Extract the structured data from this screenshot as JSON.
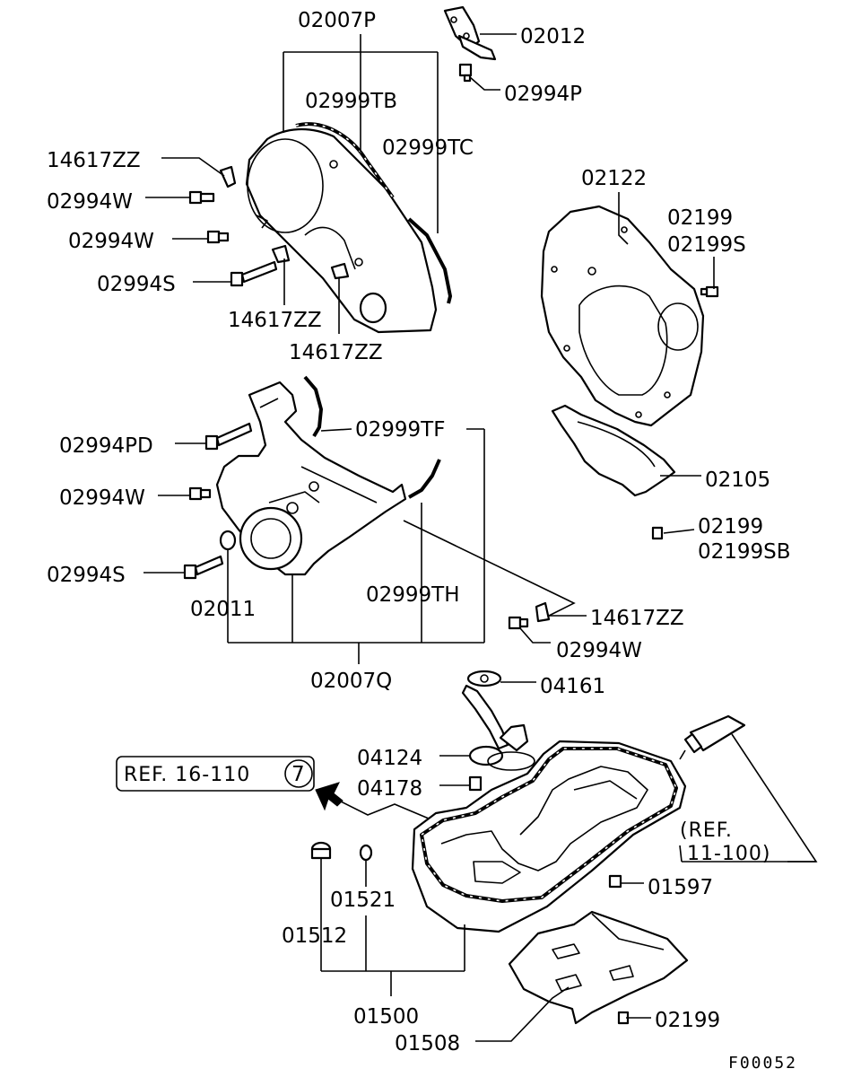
{
  "labels": {
    "p02007P": "02007P",
    "p02012": "02012",
    "p02994P": "02994P",
    "p02999TB": "02999TB",
    "p02999TC": "02999TC",
    "p14617ZZ_a": "14617ZZ",
    "p02994W_a": "02994W",
    "p02994W_b": "02994W",
    "p02994S_a": "02994S",
    "p14617ZZ_b": "14617ZZ",
    "p14617ZZ_c": "14617ZZ",
    "p02122": "02122",
    "p02199_a": "02199",
    "p02199S": "02199S",
    "p02999TF": "02999TF",
    "p02994PD": "02994PD",
    "p02994W_c": "02994W",
    "p02105": "02105",
    "p02199_b": "02199",
    "p02199SB": "02199SB",
    "p02994S_b": "02994S",
    "p02011": "02011",
    "p02999TH": "02999TH",
    "p14617ZZ_d": "14617ZZ",
    "p02994W_d": "02994W",
    "p02007Q": "02007Q",
    "p04161": "04161",
    "p04124": "04124",
    "p04178": "04178",
    "ref_16_110": "REF. 16-110",
    "ref_16_110_num": "7",
    "ref_11_100_a": "(REF.",
    "ref_11_100_b": "11-100)",
    "p01597": "01597",
    "p01521": "01521",
    "p01512": "01512",
    "p01500": "01500",
    "p01508": "01508",
    "p02199_c": "02199",
    "figure_code": "F00052"
  }
}
